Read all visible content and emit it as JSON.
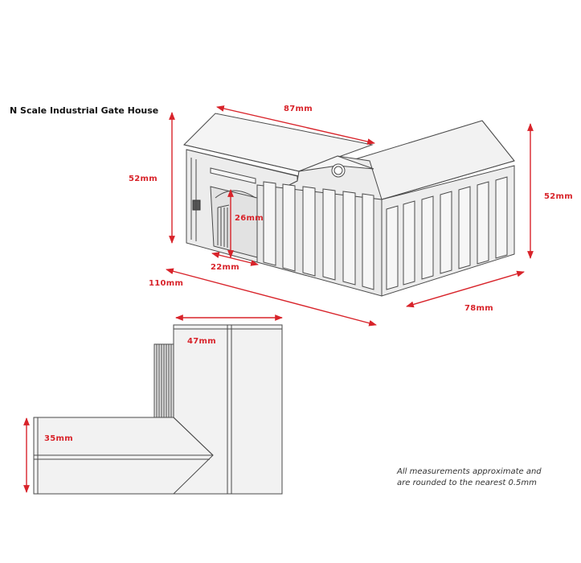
{
  "title": "N Scale Industrial Gate House",
  "colors": {
    "dimension": "#d8232a",
    "outline": "#4a4a4a",
    "wall": "#ececec",
    "roof": "#f4f4f4"
  },
  "dimensions": {
    "length_top": "87mm",
    "height_left": "52mm",
    "height_right": "52mm",
    "door_height": "26mm",
    "door_width": "22mm",
    "length_front": "110mm",
    "depth_right": "78mm",
    "plan_width": "47mm",
    "plan_depth": "35mm"
  },
  "note": {
    "line1": "All measurements approximate and",
    "line2": "are rounded to the nearest 0.5mm"
  }
}
